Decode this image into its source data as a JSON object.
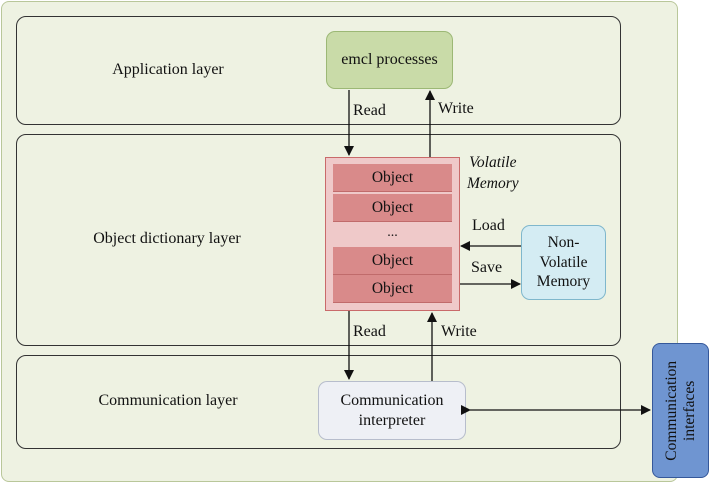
{
  "layers": {
    "application": "Application layer",
    "object_dictionary": "Object dictionary layer",
    "communication": "Communication layer"
  },
  "boxes": {
    "emcl_processes": "emcl processes",
    "non_volatile_memory": "Non-\nVolatile\nMemory",
    "communication_interpreter": "Communication\ninterpreter",
    "communication_interfaces": "Communication\ninterfaces"
  },
  "volatile_memory": {
    "label": "Volatile\nMemory",
    "objects": [
      "Object",
      "Object",
      "Object",
      "Object"
    ],
    "ellipsis": "..."
  },
  "arrows": {
    "read_top": "Read",
    "write_top": "Write",
    "load": "Load",
    "save": "Save",
    "read_bottom": "Read",
    "write_bottom": "Write"
  },
  "colors": {
    "background": "#eef2e2",
    "emcl_fill": "#c9dba8",
    "volatile_fill": "#efc9c9",
    "object_fill": "#d98a8a",
    "nvm_fill": "#d4ecf3",
    "interpreter_fill": "#eef0f5",
    "interfaces_fill": "#6f95d1"
  }
}
